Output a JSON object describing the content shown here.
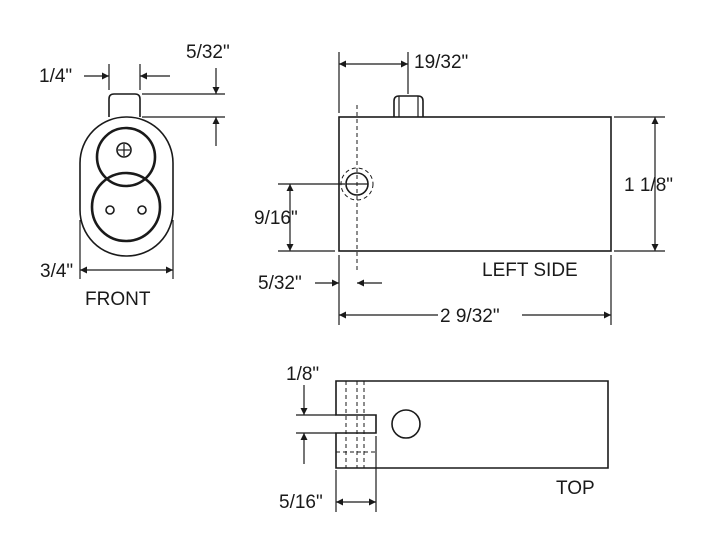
{
  "views": {
    "front": {
      "title": "FRONT"
    },
    "left_side": {
      "title": "LEFT SIDE"
    },
    "top": {
      "title": "TOP"
    }
  },
  "dimensions": {
    "front_pin_width": "1/4\"",
    "front_pin_height": "5/32\"",
    "front_width": "3/4\"",
    "side_pin_offset": "19/32\"",
    "side_height": "1 1/8\"",
    "side_hole_height": "9/16\"",
    "side_hole_offset": "5/32\"",
    "side_length": "2 9/32\"",
    "top_slot_width": "1/8\"",
    "top_slot_depth": "5/16\""
  },
  "colors": {
    "line": "#1a1a1a",
    "background": "#ffffff"
  }
}
